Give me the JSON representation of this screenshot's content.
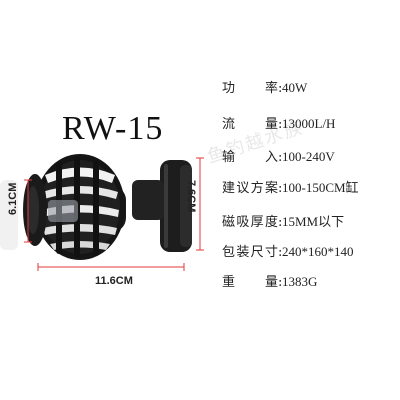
{
  "model": "RW-15",
  "specs": [
    {
      "label_chars": [
        "功",
        "率"
      ],
      "value": "40W"
    },
    {
      "label_chars": [
        "流",
        "量"
      ],
      "value": "13000L/H"
    },
    {
      "label_chars": [
        "输",
        "入"
      ],
      "value": "100-240V"
    },
    {
      "label_chars": [
        "建",
        "议",
        "方",
        "案"
      ],
      "value": "100-150CM缸"
    },
    {
      "label_chars": [
        "磁",
        "吸",
        "厚",
        "度"
      ],
      "value": "15MM以下"
    },
    {
      "label_chars": [
        "包",
        "装",
        "尺",
        "寸"
      ],
      "value": "240*160*140"
    },
    {
      "label_chars": [
        "重",
        "量"
      ],
      "value": "1383G"
    }
  ],
  "dimensions": {
    "height_left": "6.1CM",
    "height_right": "7.6CM",
    "width_bottom": "11.6CM"
  },
  "watermark": "鱼钓越水族",
  "colors": {
    "dimension_line": "#e23a3a",
    "pump_body": "#1c1c1c"
  }
}
